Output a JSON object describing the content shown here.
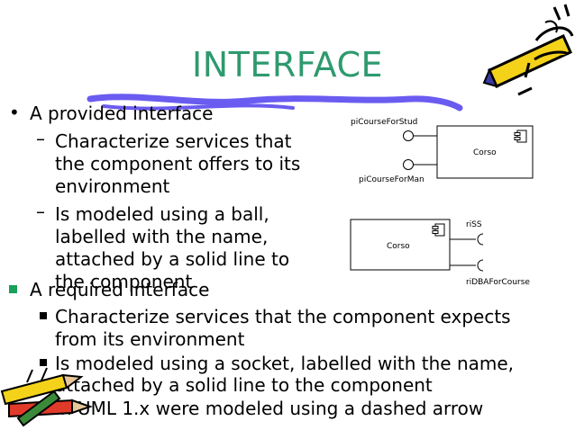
{
  "slide": {
    "title": "INTERFACE",
    "provided": {
      "heading": "A provided interface",
      "sub1_lines": [
        "Characterize services that",
        "the component offers to its",
        "environment"
      ],
      "sub2_lines": [
        "Is modeled using a ball,",
        "labelled with the name,",
        "attached by a solid line to",
        "the component"
      ]
    },
    "required": {
      "heading": "A required interface",
      "sub1_lines": [
        "Characterize services that the component expects",
        "from its environment"
      ],
      "sub2_lines": [
        "Is modeled using a socket, labelled with the name,",
        "attached by a solid line to the component"
      ],
      "sub3": "In UML 1.x were modeled using a dashed arrow"
    },
    "diagram_top": {
      "component": "Corso",
      "iface1": "piCourseForStud",
      "iface2": "piCourseForMan"
    },
    "diagram_bottom": {
      "component": "Corso",
      "iface1": "riSS",
      "iface2": "riDBAForCourse"
    },
    "colors": {
      "title": "#2e9a6e",
      "accent_green": "#19a05a",
      "swoosh": "#6a5cf0"
    }
  }
}
